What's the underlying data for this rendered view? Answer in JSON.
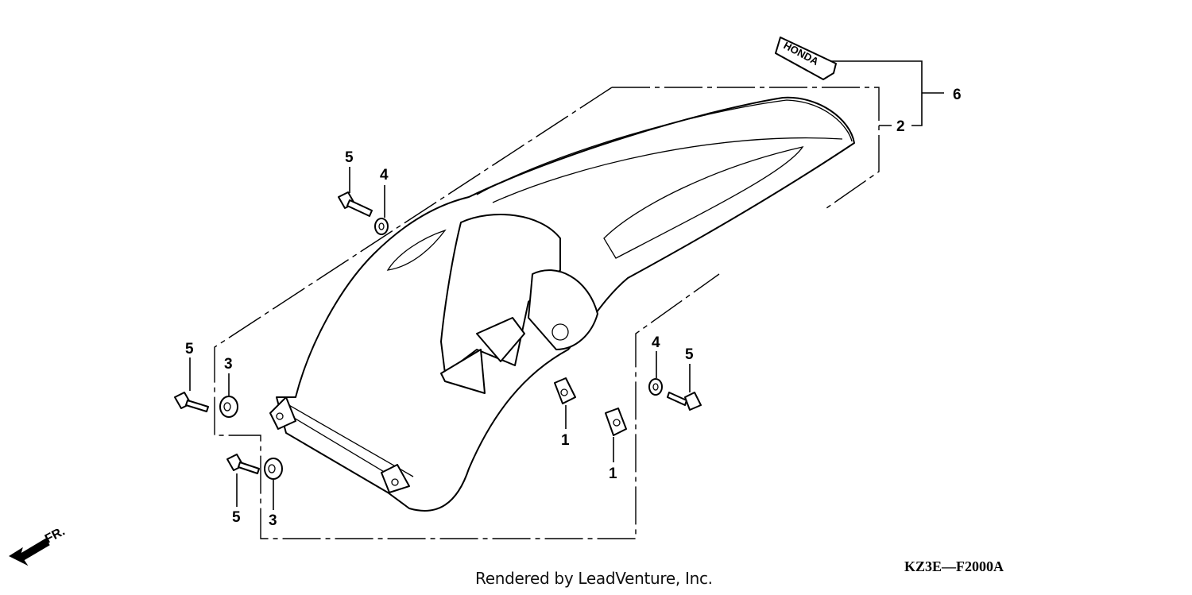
{
  "diagram": {
    "callouts": [
      {
        "id": "c6",
        "label": "6"
      },
      {
        "id": "c2",
        "label": "2"
      },
      {
        "id": "c5a",
        "label": "5"
      },
      {
        "id": "c4a",
        "label": "4"
      },
      {
        "id": "c5b",
        "label": "5"
      },
      {
        "id": "c3a",
        "label": "3"
      },
      {
        "id": "c5c",
        "label": "5"
      },
      {
        "id": "c3b",
        "label": "3"
      },
      {
        "id": "c1a",
        "label": "1"
      },
      {
        "id": "c1b",
        "label": "1"
      },
      {
        "id": "c4b",
        "label": "4"
      },
      {
        "id": "c5d",
        "label": "5"
      }
    ],
    "direction_label": "FR.",
    "emblem_text": "HONDA",
    "diagram_code": "KZ3E—F2000A",
    "credit": "Rendered by LeadVenture, Inc."
  }
}
